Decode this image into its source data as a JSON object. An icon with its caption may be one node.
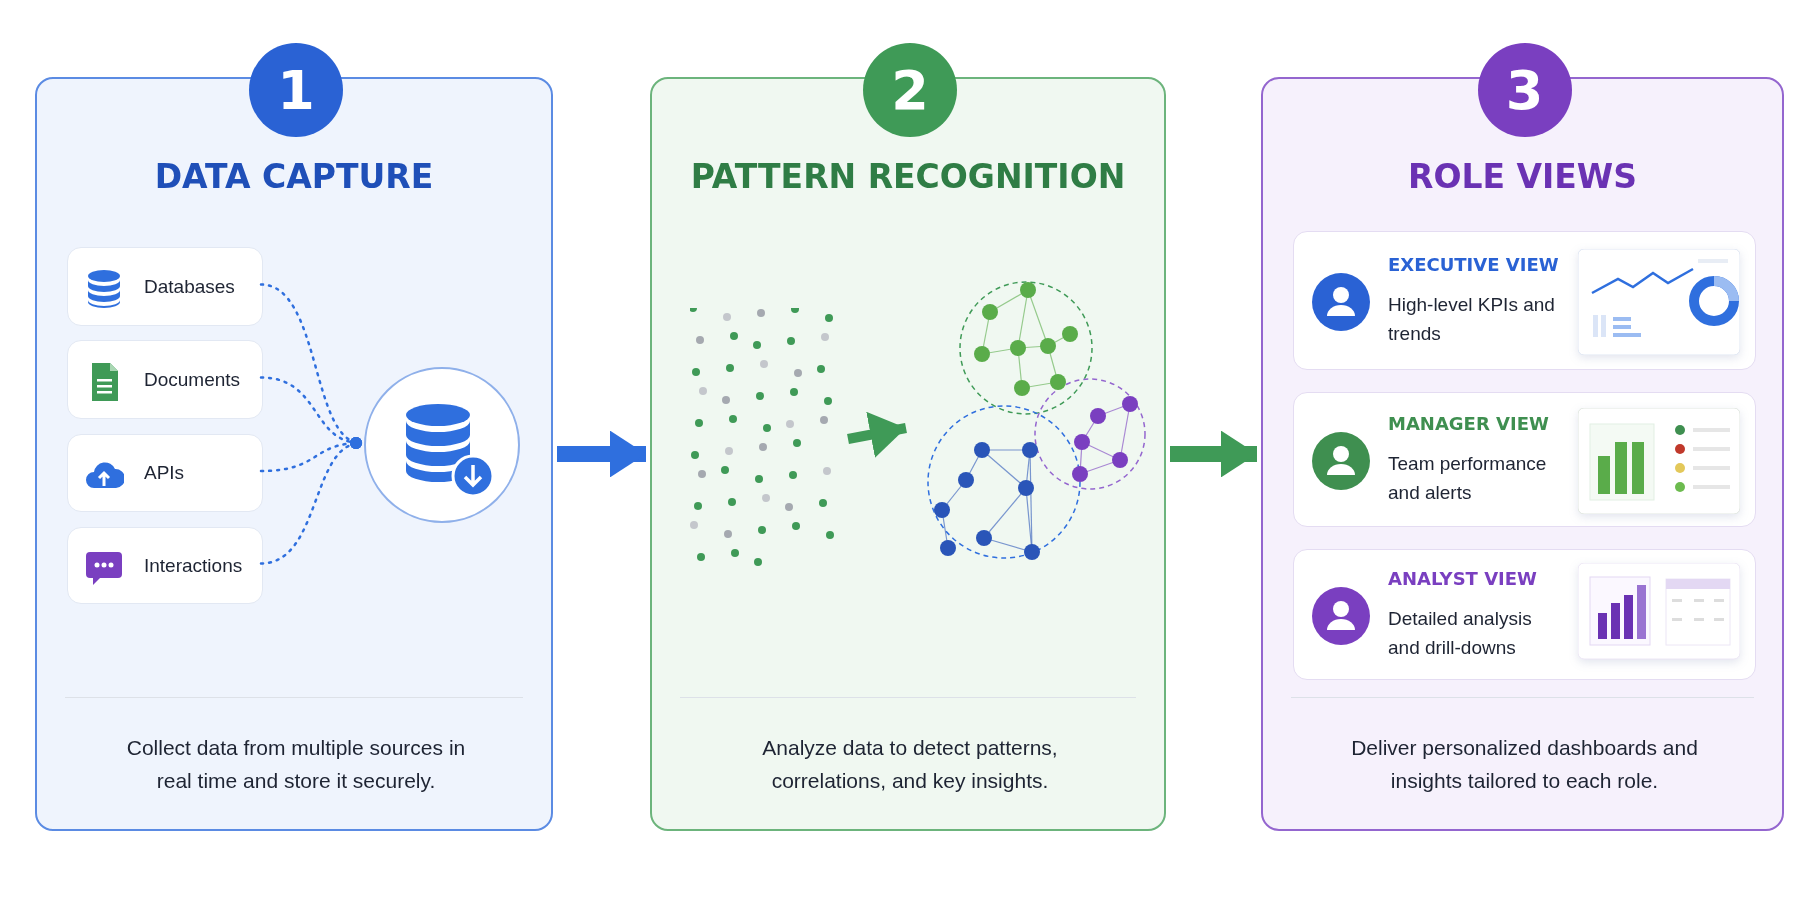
{
  "diagram": {
    "nodes": [
      {
        "text": [
          "1",
          "DATA CAPTURE",
          "Collect data from multiple sources in real time and store it securely."
        ]
      },
      {
        "text": [
          "Databases"
        ],
        "in": 0
      },
      {
        "text": [
          "Documents"
        ],
        "in": 0
      },
      {
        "text": [
          "APIs"
        ],
        "in": 0
      },
      {
        "text": [
          "Interactions"
        ],
        "in": 0
      },
      {
        "text": [],
        "shape": "cylinder",
        "in": 0
      },
      {
        "text": [
          "2",
          "PATTERN RECOGNITION",
          "Analyze data to detect patterns, correlations, and key insights."
        ]
      },
      {
        "text": [],
        "shape": "picture",
        "in": 6
      },
      {
        "text": [],
        "shape": "picture",
        "in": 6
      },
      {
        "text": [
          "3",
          "ROLE VIEWS",
          "Deliver personalized dashboards and insights tailored to each role."
        ]
      },
      {
        "text": [
          "EXECUTIVE VIEW",
          "High-level KPIs and trends"
        ],
        "in": 9
      },
      {
        "text": [
          "MANAGER VIEW",
          "Team performance and alerts"
        ],
        "in": 9
      },
      {
        "text": [
          "ANALYST VIEW",
          "Detailed analysis and drill-downs"
        ],
        "in": 9
      }
    ],
    "edges": [
      {
        "from": 1,
        "to": 5,
        "arrow": "other",
        "style": "dashed"
      },
      {
        "from": 2,
        "to": 5,
        "arrow": "other",
        "style": "dashed"
      },
      {
        "from": 3,
        "to": 5,
        "arrow": "other",
        "style": "dashed"
      },
      {
        "from": 4,
        "to": 5,
        "arrow": "other",
        "style": "dashed"
      },
      {
        "from": 0,
        "to": 6,
        "arrow": "to",
        "style": "thick"
      },
      {
        "from": 7,
        "to": 8,
        "arrow": "to",
        "style": "thick",
        "color": "#3f9a57"
      },
      {
        "from": 6,
        "to": 9,
        "arrow": "to",
        "style": "thick",
        "color": "#3f9a57"
      }
    ]
  }
}
